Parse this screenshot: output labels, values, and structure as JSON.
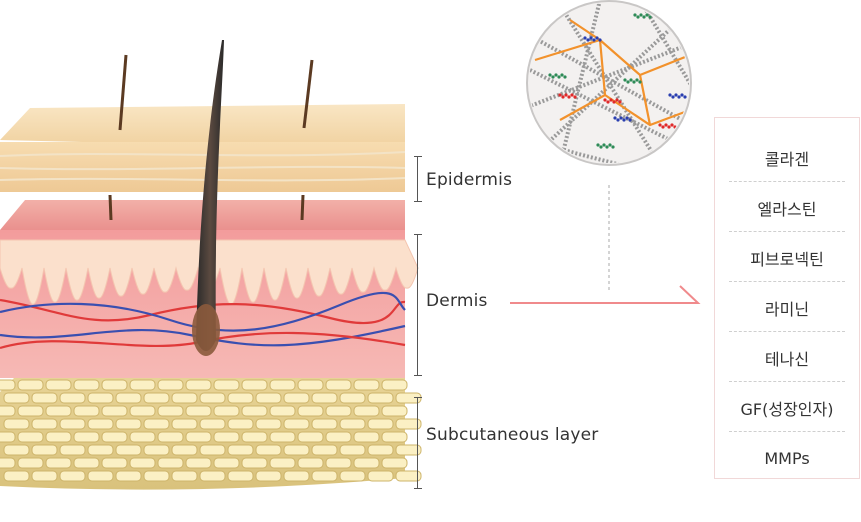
{
  "layers": {
    "epidermis": "Epidermis",
    "dermis": "Dermis",
    "subcutaneous": "Subcutaneous layer"
  },
  "components": [
    "콜라겐",
    "엘라스틴",
    "피브로넥틴",
    "라미닌",
    "테나신",
    "GF(성장인자)",
    "MMPs"
  ],
  "colors": {
    "epidermis": "#f6dcb6",
    "dermis": "#f4a6a8",
    "subcutaneous": "#f5e7a9",
    "connector": "#f08a8c",
    "artery": "#e03a3a",
    "vein": "#3a4fb0",
    "box_border": "#f1d8d8"
  },
  "icons": [
    "hair-icon",
    "collagen-fiber-circle-icon"
  ]
}
